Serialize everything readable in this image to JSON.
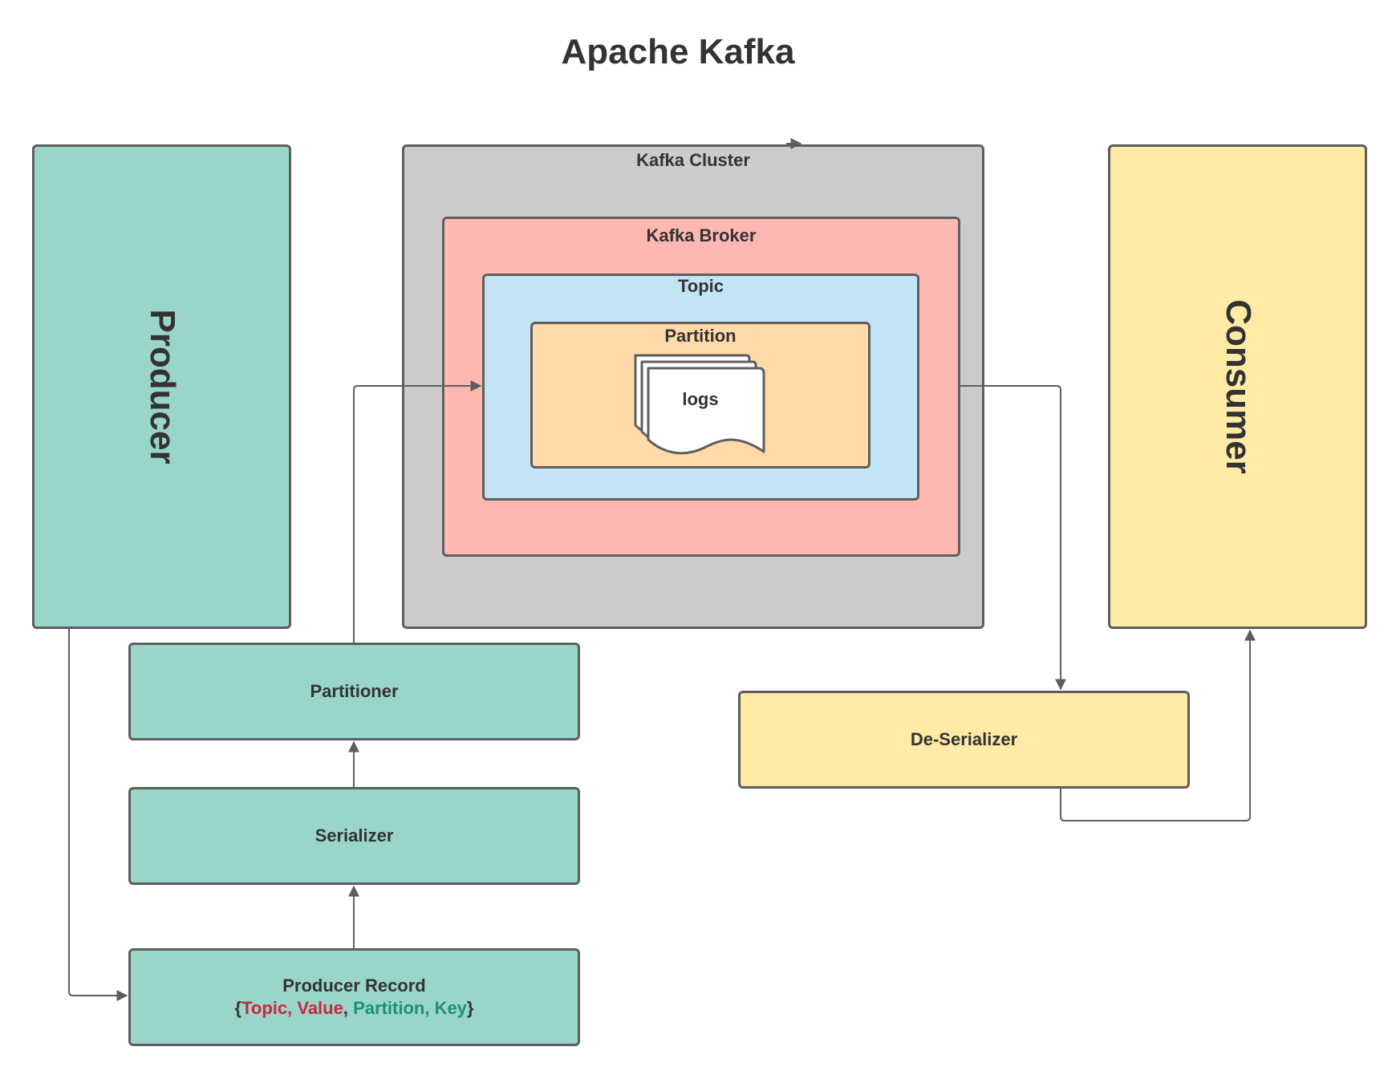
{
  "title": "Apache Kafka",
  "producer": {
    "label": "Producer"
  },
  "consumer": {
    "label": "Consumer"
  },
  "cluster": {
    "label": "Kafka Cluster"
  },
  "broker": {
    "label": "Kafka Broker"
  },
  "topic": {
    "label": "Topic"
  },
  "partition": {
    "label": "Partition",
    "logs_label": "logs"
  },
  "partitioner": {
    "label": "Partitioner"
  },
  "serializer": {
    "label": "Serializer"
  },
  "deserializer": {
    "label": "De-Serializer"
  },
  "producer_record": {
    "label": "Producer Record",
    "open_brace": "{",
    "topic": "Topic,",
    "value": "Value",
    "comma": ",",
    "partition": "Partition,",
    "key": "Key",
    "close_brace": "}"
  },
  "colors": {
    "producer_fill": "#9ad5ca",
    "consumer_fill": "#ffeaa6",
    "cluster_fill": "#cccccc",
    "broker_fill": "#ffb8b1",
    "topic_fill": "#c2e4f5",
    "partition_fill": "#ffd9a8",
    "border": "#5e5e5e",
    "record_red": "#c5283d",
    "record_teal": "#1f8f7a"
  }
}
